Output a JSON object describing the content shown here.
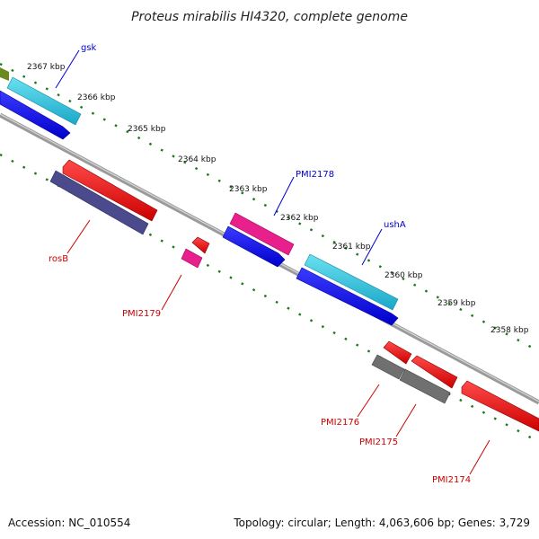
{
  "title": "Proteus mirabilis HI4320, complete genome",
  "accession": "Accession: NC_010554",
  "summary": "Topology: circular; Length: 4,063,606 bp; Genes: 3,729",
  "ruler_labels": [
    "2367 kbp",
    "2366 kbp",
    "2365 kbp",
    "2364 kbp",
    "2363 kbp",
    "2362 kbp",
    "2361 kbp",
    "2360 kbp",
    "2359 kbp",
    "2358 kbp"
  ],
  "genes": {
    "gsk": {
      "label": "gsk",
      "color": "#0000cc"
    },
    "rosB": {
      "label": "rosB",
      "color": "#cc0000"
    },
    "PMI2179": {
      "label": "PMI2179",
      "color": "#cc0000"
    },
    "PMI2178": {
      "label": "PMI2178",
      "color": "#0000cc"
    },
    "ushA": {
      "label": "ushA",
      "color": "#0000cc"
    },
    "PMI2176": {
      "label": "PMI2176",
      "color": "#cc0000"
    },
    "PMI2175": {
      "label": "PMI2175",
      "color": "#cc0000"
    },
    "PMI2174": {
      "label": "PMI2174",
      "color": "#cc0000"
    }
  },
  "colors": {
    "backbone": "#8a8a8a",
    "ticks": "#1a7a1a",
    "feature_blue": "#1010ee",
    "feature_cyan": "#30c8e0",
    "feature_red": "#ee1111",
    "feature_pink": "#e8208c",
    "feature_purple": "#4a4a8c",
    "feature_gray": "#707070",
    "feature_olive": "#6a8a20"
  }
}
